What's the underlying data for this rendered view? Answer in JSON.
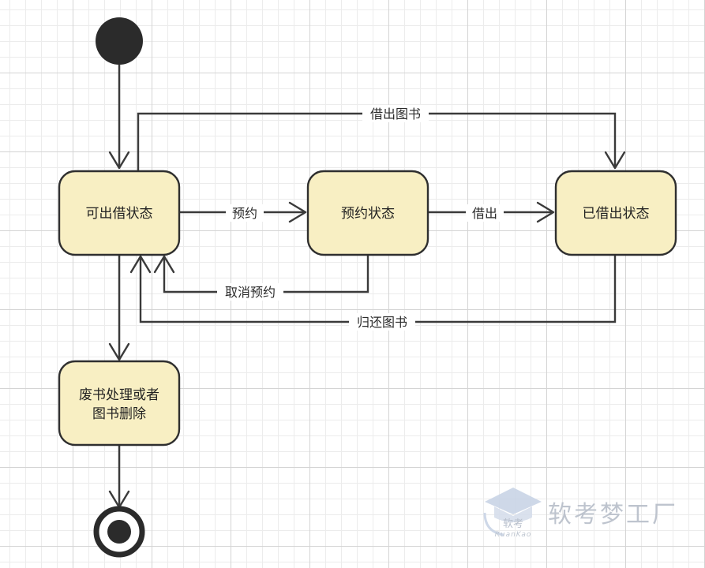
{
  "states": {
    "available": "可出借状态",
    "reserved": "预约状态",
    "borrowed": "已借出状态",
    "discard_line1": "废书处理或者",
    "discard_line2": "图书删除"
  },
  "transitions": {
    "reserve": "预约",
    "lend": "借出",
    "cancel_reservation": "取消预约",
    "lend_book": "借出图书",
    "return_book": "归还图书"
  },
  "watermark": {
    "brand": "软考梦工厂",
    "logo_text": "软考",
    "logo_pinyin": "RuanKao"
  },
  "colors": {
    "state_fill": "#f8efc3",
    "line": "#3a3a3a",
    "node": "#2b2b2b"
  }
}
